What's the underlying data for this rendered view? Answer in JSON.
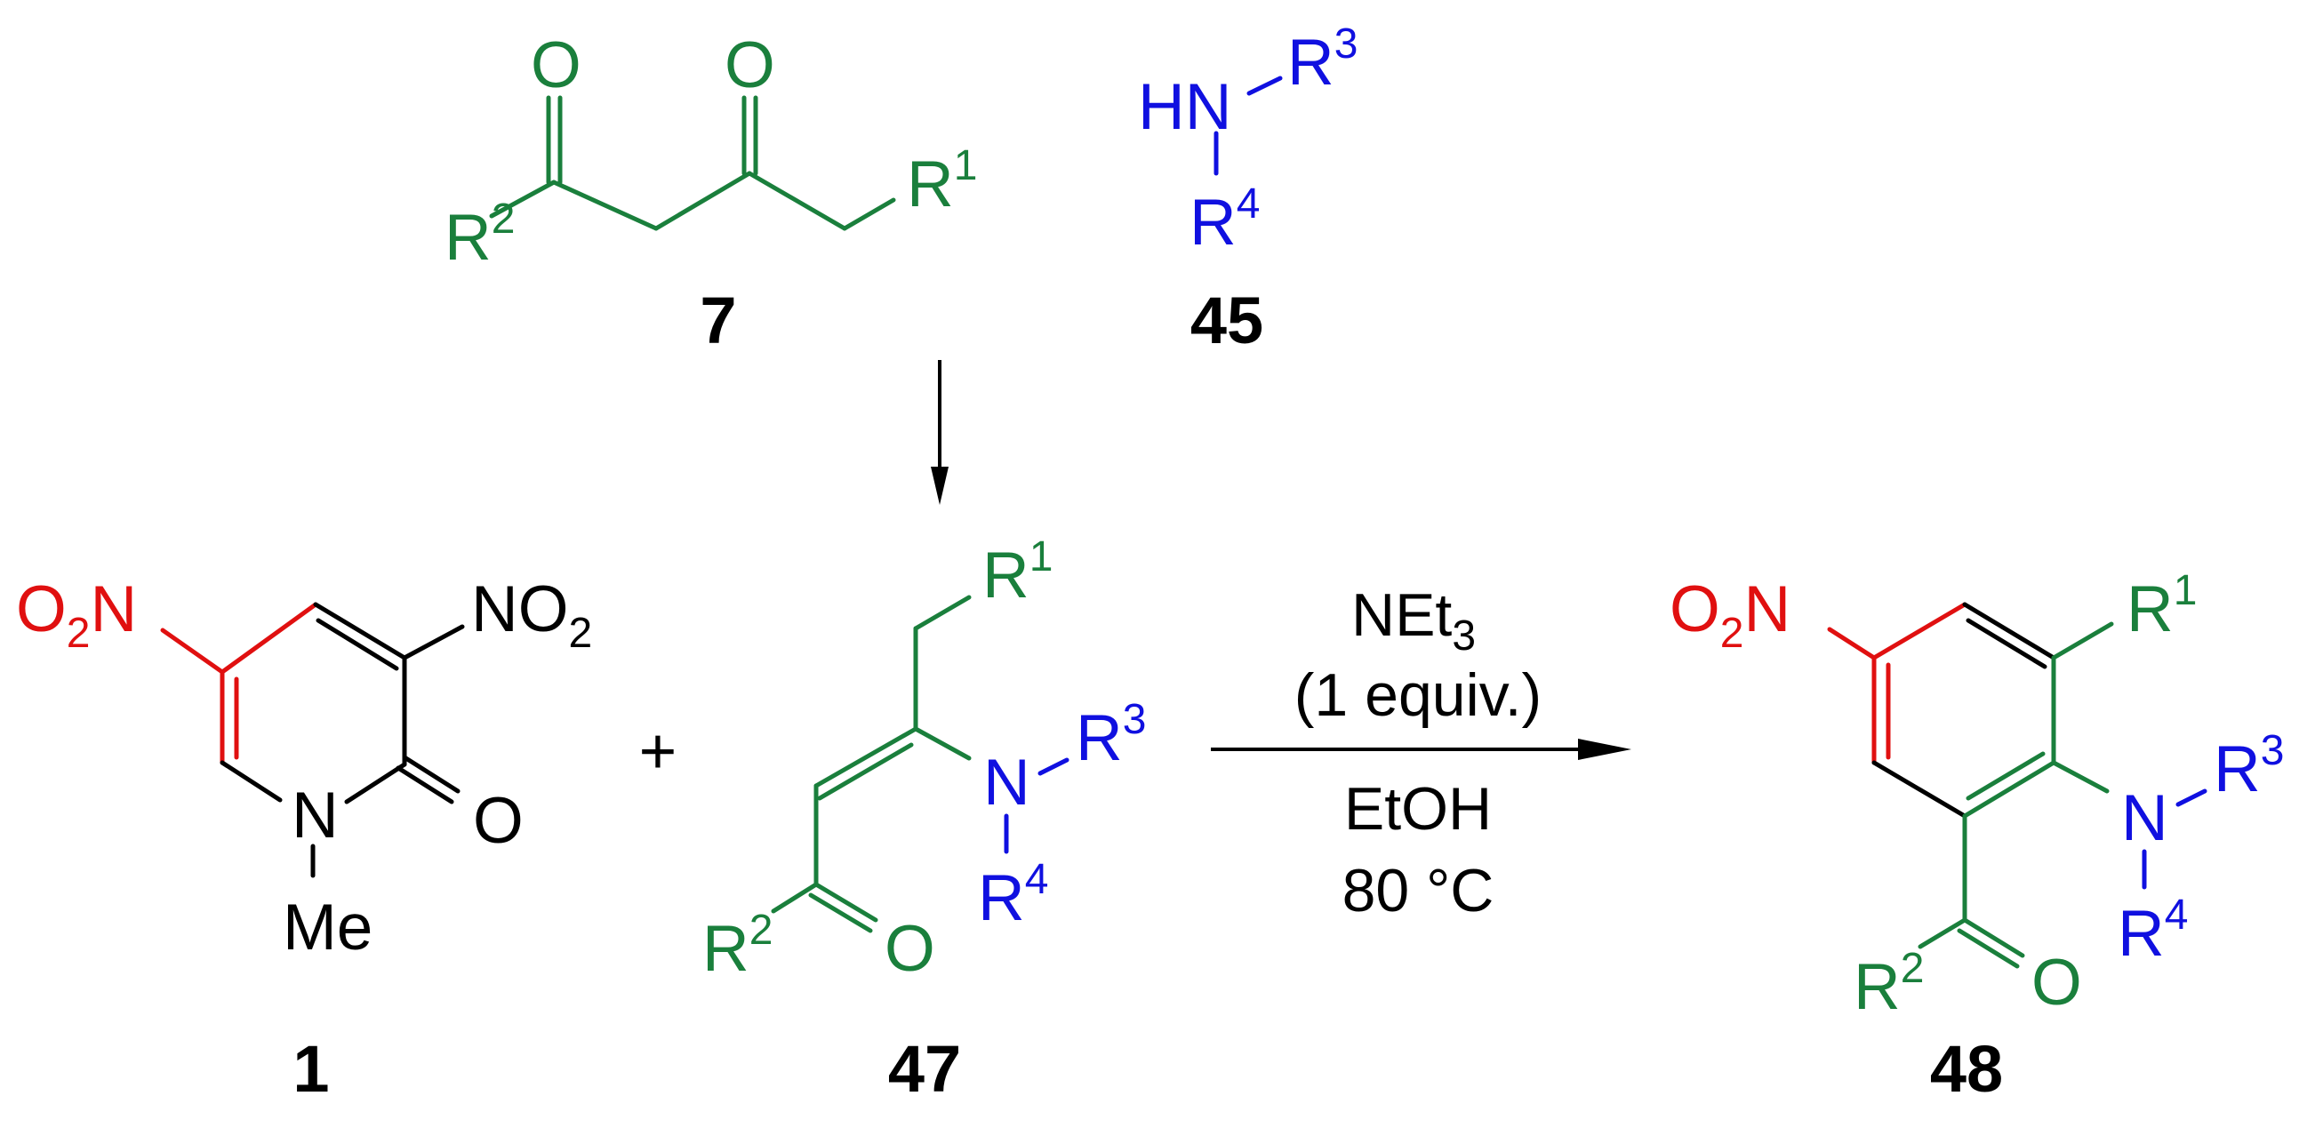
{
  "colors": {
    "green": "#1a7f3c",
    "blue": "#1010e0",
    "red": "#e01010",
    "black": "#000000"
  },
  "compounds": {
    "c7": "7",
    "c45": "45",
    "c1": "1",
    "c47": "47",
    "c48": "48"
  },
  "atoms": {
    "O": "O",
    "N": "N",
    "HN": "HN",
    "R": "R",
    "Me": "Me",
    "NO": "NO",
    "sub2": "2",
    "sup1": "1",
    "sup2": "2",
    "sup3": "3",
    "sup4": "4"
  },
  "plus": "+",
  "conditions": {
    "reagent": "NEt",
    "reagent_sub": "3",
    "equiv": "(1 equiv.)",
    "solvent": "EtOH",
    "temperature": "80 °C"
  }
}
